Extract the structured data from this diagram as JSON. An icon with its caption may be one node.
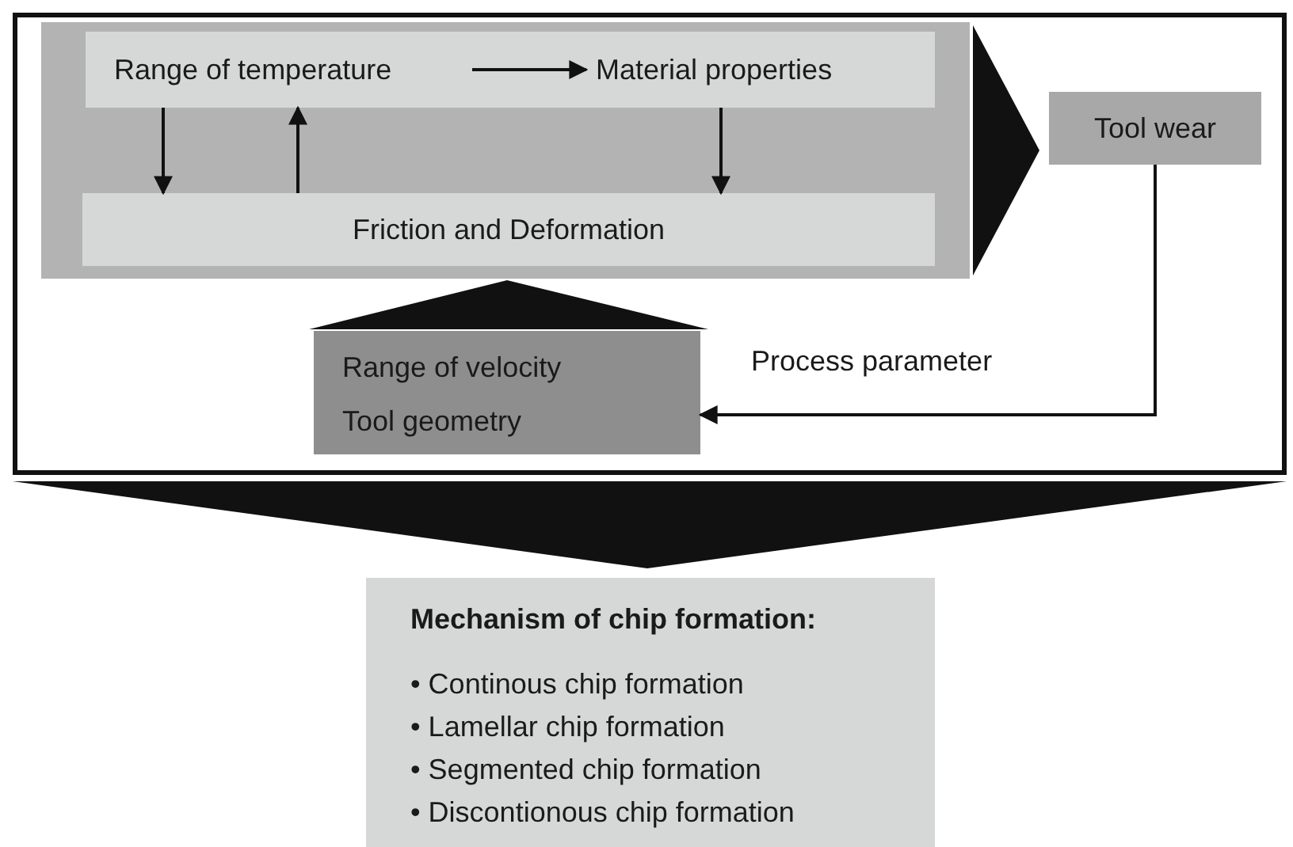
{
  "diagram": {
    "nodes": [
      {
        "text": [],
        "shape": "box"
      },
      {
        "text": [],
        "shape": "box",
        "in": 0
      },
      {
        "text": [],
        "shape": "box",
        "in": 1
      },
      {
        "text": [
          "Range of temperature"
        ],
        "in": 2
      },
      {
        "text": [
          "Material properties"
        ],
        "in": 2
      },
      {
        "text": [
          "Friction and Deformation"
        ],
        "in": 1
      },
      {
        "text": [
          "Tool wear"
        ],
        "in": 0
      },
      {
        "text": [
          "Range of velocity",
          "Tool geometry"
        ],
        "in": 0
      },
      {
        "text": [
          "Mechanism of chip formation:",
          "• Continous chip formation",
          "• Lamellar chip formation",
          "• Segmented chip formation",
          "• Discontionous chip formation"
        ]
      }
    ],
    "edges": [
      {
        "from": 3,
        "to": 4,
        "arrow": "to"
      },
      {
        "from": 3,
        "to": 5,
        "arrow": "to"
      },
      {
        "from": 5,
        "to": 3,
        "arrow": "to"
      },
      {
        "from": 4,
        "to": 5,
        "arrow": "to"
      },
      {
        "from": 1,
        "to": 6,
        "arrow": "to",
        "style": "thick"
      },
      {
        "from": 6,
        "to": 7,
        "arrow": "to",
        "label": "Process parameter"
      },
      {
        "from": 7,
        "to": 1,
        "arrow": "to",
        "style": "thick"
      },
      {
        "from": 0,
        "to": 8,
        "arrow": "to",
        "style": "thick"
      }
    ]
  }
}
